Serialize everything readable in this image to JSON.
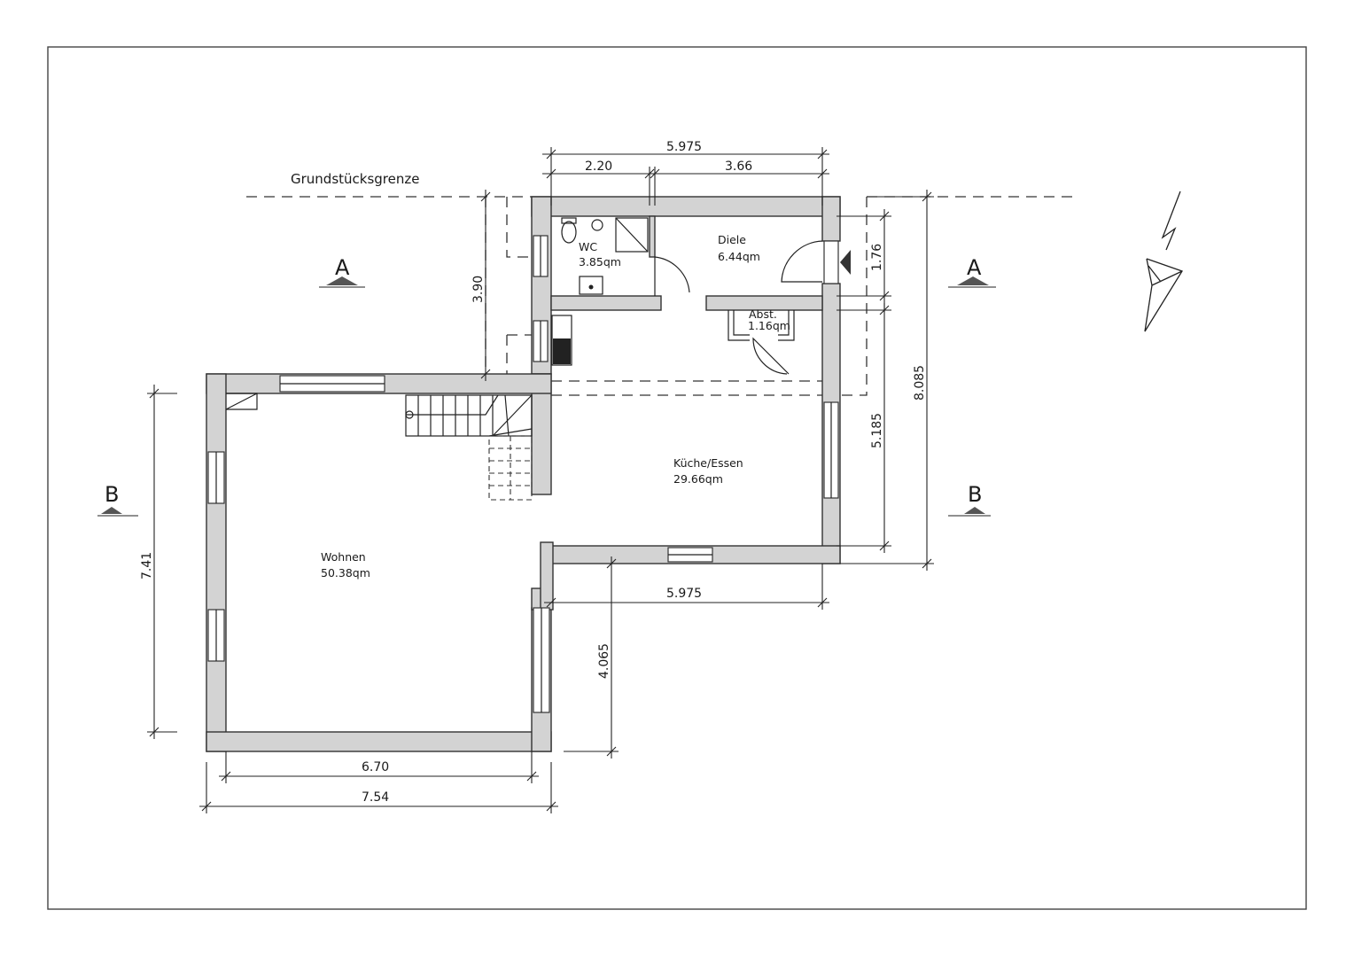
{
  "plan": {
    "boundary_label": "Grundstücksgrenze",
    "rooms": {
      "wc": {
        "name": "WC",
        "area": "3.85qm"
      },
      "diele": {
        "name": "Diele",
        "area": "6.44qm"
      },
      "abst": {
        "name": "Abst.",
        "area": "1.16qm"
      },
      "kueche": {
        "name": "Küche/Essen",
        "area": "29.66qm"
      },
      "wohnen": {
        "name": "Wohnen",
        "area": "50.38qm"
      }
    },
    "dimensions": {
      "top_total": "5.975",
      "top_left": "2.20",
      "top_right": "3.66",
      "left_upper": "3.90",
      "right_small": "1.76",
      "right_total": "8.085",
      "right_mid": "5.185",
      "left_outer": "7.41",
      "bottom_inner": "6.70",
      "bottom_outer": "7.54",
      "kitchen_width": "5.975",
      "step_height": "4.065"
    },
    "sections": {
      "a_left": "A",
      "a_right": "A",
      "b_left": "B",
      "b_right": "B"
    }
  }
}
